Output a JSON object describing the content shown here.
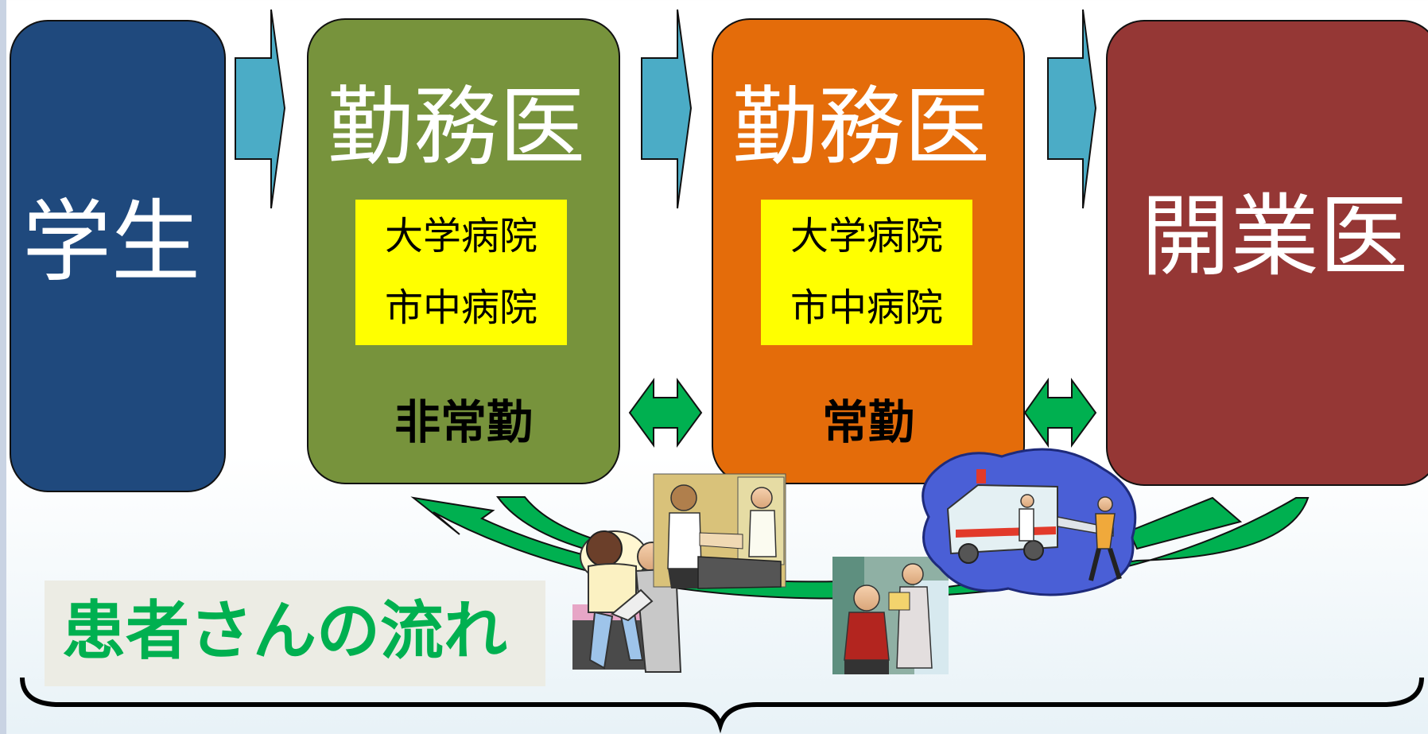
{
  "stages": {
    "student": {
      "label": "学生",
      "color": "#1f497d"
    },
    "employed_1": {
      "label": "勤務医",
      "hospitals": [
        "大学病院",
        "市中病院"
      ],
      "status": "非常勤",
      "color": "#77933c"
    },
    "employed_2": {
      "label": "勤務医",
      "hospitals": [
        "大学病院",
        "市中病院"
      ],
      "status": "常勤",
      "color": "#e46c0a"
    },
    "practitioner": {
      "label": "開業医",
      "color": "#953735"
    }
  },
  "patient_flow_label": "患者さんの流れ",
  "colors": {
    "arrow_blue": "#4bacc6",
    "arrow_green": "#00b050",
    "highlight_yellow": "#ffff00"
  },
  "illustrations": [
    "patient-consultation-icon",
    "reception-desk-icon",
    "ambulance-icon",
    "elderly-patient-nurse-icon"
  ]
}
